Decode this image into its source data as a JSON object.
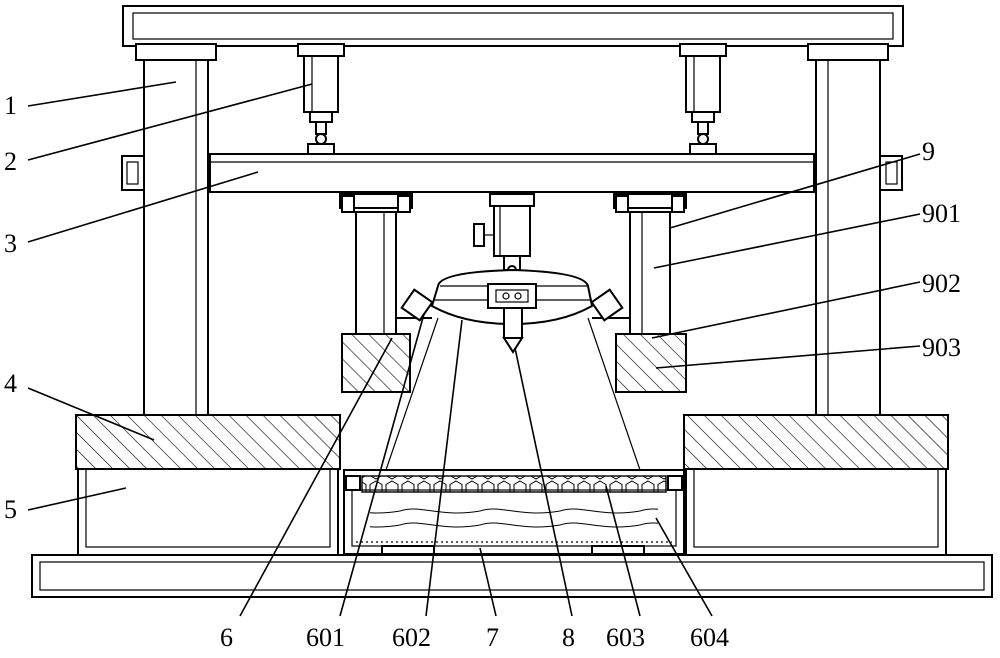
{
  "diagram": {
    "labels": [
      {
        "id": "1",
        "text": "1"
      },
      {
        "id": "2",
        "text": "2"
      },
      {
        "id": "3",
        "text": "3"
      },
      {
        "id": "4",
        "text": "4"
      },
      {
        "id": "5",
        "text": "5"
      },
      {
        "id": "6",
        "text": "6"
      },
      {
        "id": "601",
        "text": "601"
      },
      {
        "id": "602",
        "text": "602"
      },
      {
        "id": "7",
        "text": "7"
      },
      {
        "id": "8",
        "text": "8"
      },
      {
        "id": "603",
        "text": "603"
      },
      {
        "id": "604",
        "text": "604"
      },
      {
        "id": "9",
        "text": "9"
      },
      {
        "id": "901",
        "text": "901"
      },
      {
        "id": "902",
        "text": "902"
      },
      {
        "id": "903",
        "text": "903"
      }
    ],
    "colors": {
      "line": "#000000",
      "background": "#ffffff"
    }
  }
}
